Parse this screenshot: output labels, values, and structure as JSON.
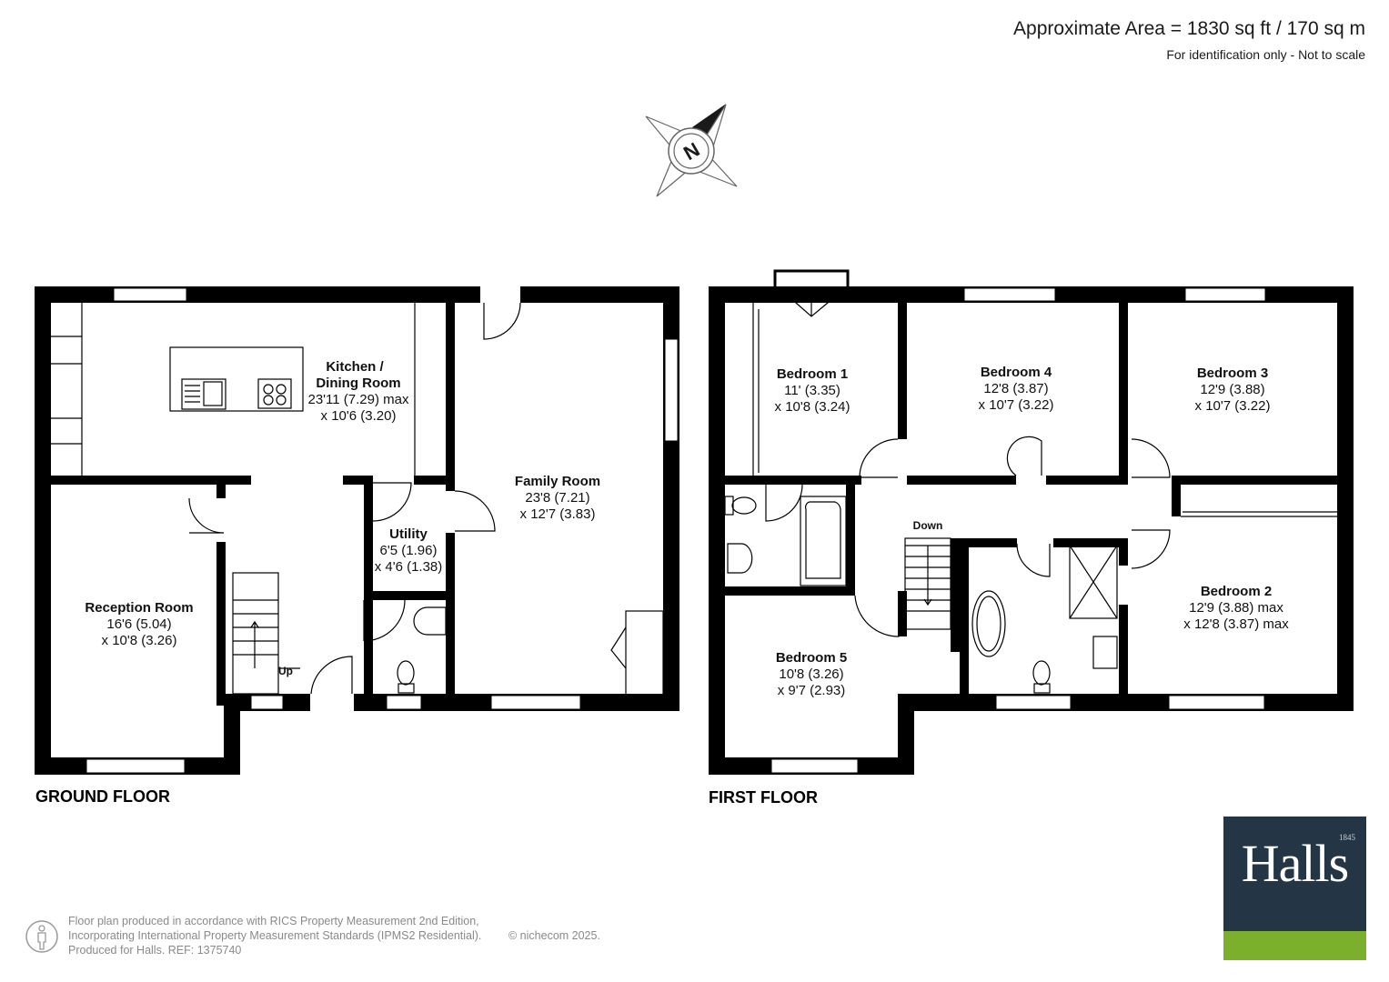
{
  "header": {
    "area": "Approximate Area = 1830 sq ft / 170 sq m",
    "note": "For identification only - Not to scale"
  },
  "compass": {
    "letter": "N"
  },
  "floors": {
    "ground": "GROUND FLOOR",
    "first": "FIRST FLOOR"
  },
  "ground_rooms": {
    "kitchen": {
      "name1": "Kitchen /",
      "name2": "Dining Room",
      "dim1": "23'11 (7.29) max",
      "dim2": "x 10'6 (3.20)"
    },
    "family": {
      "name": "Family Room",
      "dim1": "23'8 (7.21)",
      "dim2": "x 12'7 (3.83)"
    },
    "utility": {
      "name": "Utility",
      "dim1": "6'5 (1.96)",
      "dim2": "x 4'6 (1.38)"
    },
    "reception": {
      "name": "Reception Room",
      "dim1": "16'6 (5.04)",
      "dim2": "x 10'8 (3.26)"
    },
    "stairs": "Up"
  },
  "first_rooms": {
    "bedroom1": {
      "name": "Bedroom 1",
      "dim1": "11' (3.35)",
      "dim2": "x 10'8 (3.24)"
    },
    "bedroom4": {
      "name": "Bedroom 4",
      "dim1": "12'8 (3.87)",
      "dim2": "x 10'7 (3.22)"
    },
    "bedroom3": {
      "name": "Bedroom 3",
      "dim1": "12'9 (3.88)",
      "dim2": "x 10'7 (3.22)"
    },
    "bedroom2": {
      "name": "Bedroom 2",
      "dim1": "12'9 (3.88) max",
      "dim2": "x 12'8 (3.87) max"
    },
    "bedroom5": {
      "name": "Bedroom 5",
      "dim1": "10'8 (3.26)",
      "dim2": "x 9'7 (2.93)"
    },
    "stairs": "Down"
  },
  "footer": {
    "line1": "Floor plan produced in accordance with RICS Property Measurement 2nd Edition,",
    "line2": "Incorporating International Property Measurement Standards (IPMS2 Residential).",
    "line3": "Produced for Halls.   REF: 1375740",
    "copyright": "© nichecom 2025."
  },
  "logo": {
    "word": "Halls",
    "year": "1845",
    "colors": {
      "navy": "#243646",
      "green": "#7ab02c"
    }
  }
}
